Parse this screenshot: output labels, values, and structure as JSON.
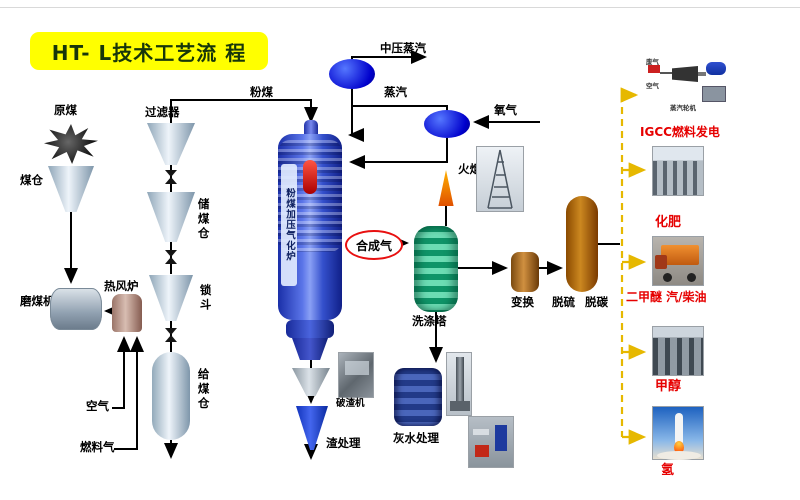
{
  "title": "HT- L技术工艺流 程",
  "coal_prep": {
    "raw_coal": "原煤",
    "coal_bunker": "煤仓",
    "coal_mill": "磨煤机",
    "hot_blast_stove": "热风炉",
    "air": "空气",
    "fuel_gas": "燃料气",
    "filter": "过滤器",
    "coal_storage_bunker": "储煤仓",
    "lock_hopper": "锁斗",
    "feed_bunker": "给煤仓",
    "pulverized_coal": "粉煤"
  },
  "gasification": {
    "gasifier": "粉煤加压气化炉",
    "mp_steam": "中压蒸汽",
    "steam": "蒸汽",
    "oxygen": "氧气",
    "syngas": "合成气",
    "flare": "火炬"
  },
  "purification": {
    "scrubber": "洗涤塔",
    "shift": "变换",
    "desulfurization": "脱硫",
    "decarbonization": "脱碳"
  },
  "slag_ash": {
    "slag_crusher": "破渣机",
    "slag_treatment": "渣处理",
    "ash_water_treatment": "灰水处理"
  },
  "products": {
    "igcc": "IGCC燃料发电",
    "fertilizer": "化肥",
    "dme_gasoline_diesel": "二甲醚 汽/柴油",
    "methanol": "甲醇",
    "hydrogen": "氢"
  },
  "igcc_schematic": {
    "exhaust_gas": "废气",
    "air": "空气",
    "steam_turbine": "蒸汽轮机"
  },
  "colors": {
    "title_bg": "#ffff00",
    "product_label": "#e60000",
    "dashed_line": "#e6b800",
    "line": "#000000",
    "syngas_ring": "#e81010"
  }
}
